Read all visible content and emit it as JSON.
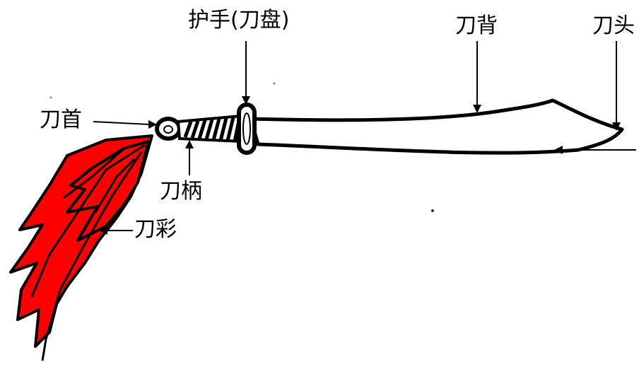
{
  "labels": {
    "guard": "护手(刀盘)",
    "back": "刀背",
    "tip": "刀头",
    "pommel": "刀首",
    "handle": "刀柄",
    "tassel": "刀彩"
  },
  "colors": {
    "tassel": "#ff0000",
    "ink": "#000000",
    "background": "#ffffff"
  }
}
